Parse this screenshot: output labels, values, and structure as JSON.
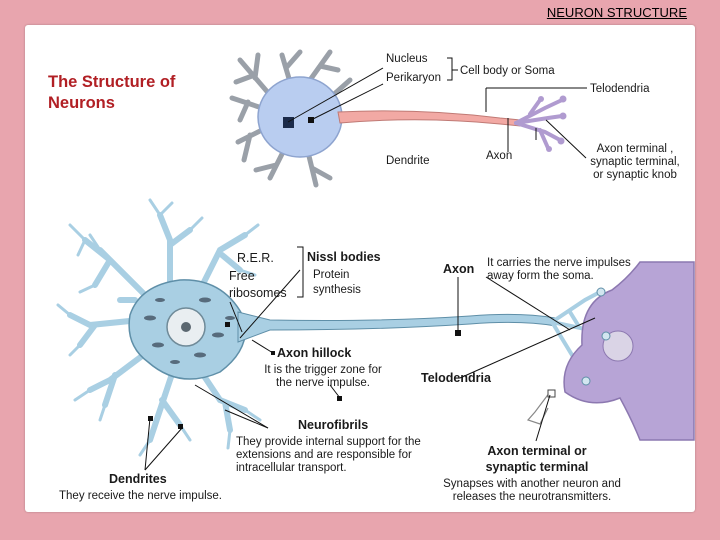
{
  "slide": {
    "title": "NEURON STRUCTURE"
  },
  "heading": {
    "line1": "The Structure of",
    "line2": "Neurons"
  },
  "top_labels": {
    "nucleus": "Nucleus",
    "perikaryon": "Perikaryon",
    "cell_body": "Cell body or Soma",
    "telodendria": "Telodendria",
    "dendrite": "Dendrite",
    "axon": "Axon",
    "axon_terminal": [
      "Axon terminal ,",
      "synaptic terminal,",
      "or synaptic knob"
    ]
  },
  "bottom_labels": {
    "rer": "R.E.R.",
    "free": "Free",
    "ribosomes": "ribosomes",
    "nissl": "Nissl bodies",
    "protein": "Protein",
    "synthesis": "synthesis",
    "axon": "Axon",
    "axon_desc": [
      "It carries the nerve impulses",
      "away form the soma."
    ],
    "hillock": "Axon hillock",
    "hillock_desc": [
      "It is the trigger zone for",
      "the nerve impulse."
    ],
    "telodendria": "Telodendria",
    "neurofibrils": "Neurofibrils",
    "neurofibrils_desc": [
      "They provide  internal support  for the",
      "extensions and are responsible for",
      "intracellular transport."
    ],
    "dendrites": "Dendrites",
    "dendrites_desc": "They receive the nerve impulse.",
    "terminal": [
      "Axon terminal or",
      "synaptic terminal"
    ],
    "terminal_desc": [
      "Synapses with another neuron and",
      "releases the neurotransmitters."
    ]
  },
  "colors": {
    "background": "#e8a5ae",
    "title_red": "#b11f24",
    "soma_blue": "#b9cdf0",
    "axon_pink": "#f2a9a4",
    "telodendria_purple": "#b09bd0",
    "neuron_teal": "#a9cfe3",
    "target_purple": "#b7a4d6"
  }
}
